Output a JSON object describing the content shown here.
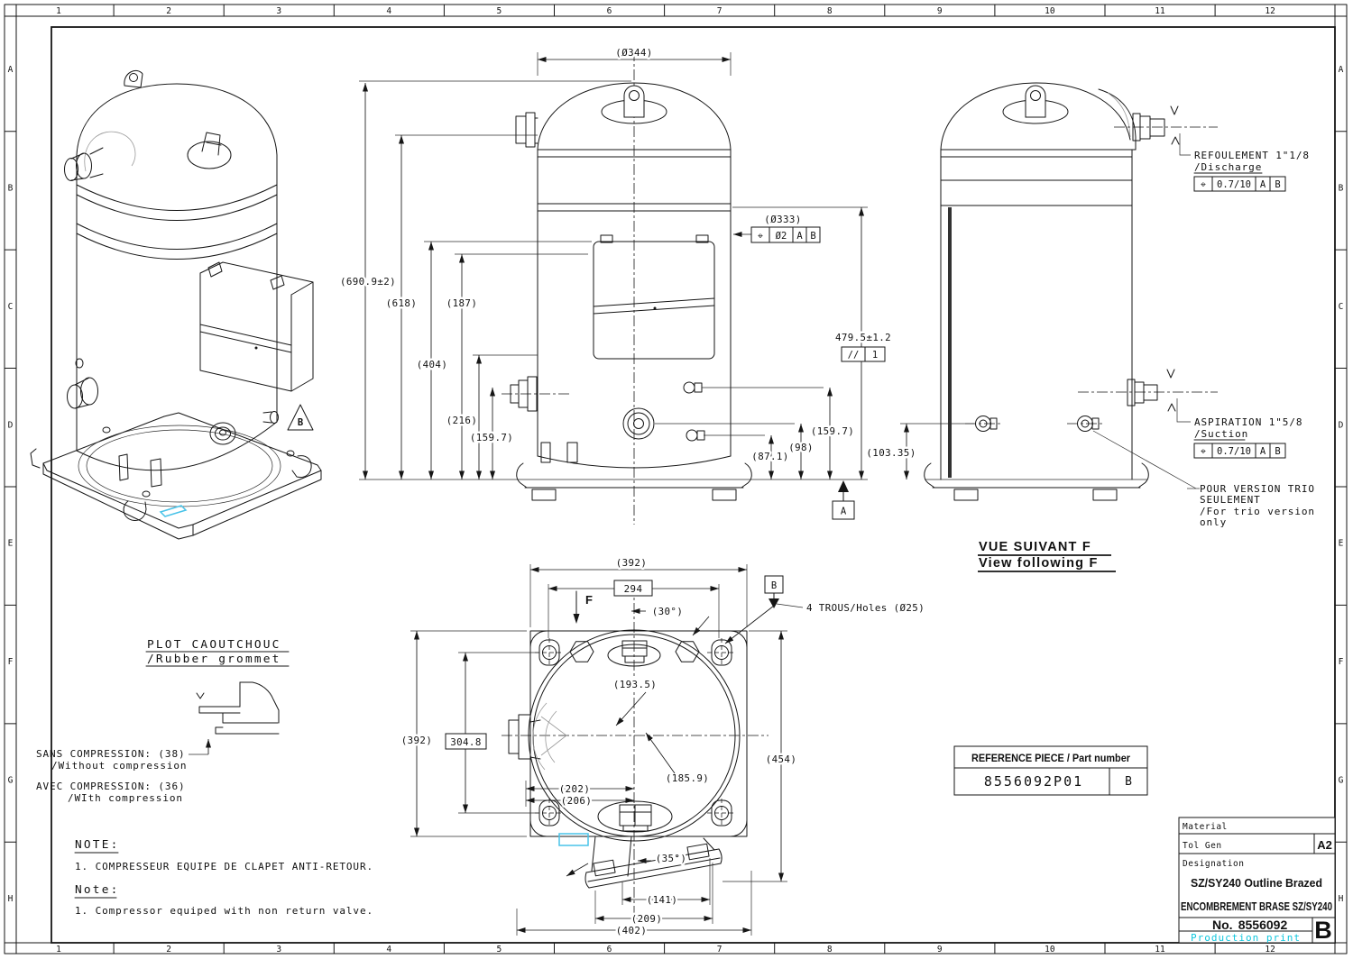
{
  "sheet": {
    "status": "Production print",
    "colors": {
      "line": "#161616",
      "accent": "#49c3e8"
    }
  },
  "border": {
    "columns": [
      "1",
      "2",
      "3",
      "4",
      "5",
      "6",
      "7",
      "8",
      "9",
      "10",
      "11",
      "12"
    ],
    "rows": [
      "A",
      "B",
      "C",
      "D",
      "E",
      "F",
      "G",
      "H"
    ]
  },
  "front_view": {
    "dia_top": "(Ø344)",
    "dia_shell": "(Ø333)",
    "fcf_shell": {
      "sym": "⌖",
      "tol": "Ø2",
      "datum1": "A",
      "datum2": "B"
    },
    "h_overall": "(690.9±2)",
    "h_618": "(618)",
    "h_187": "(187)",
    "h_404": "(404)",
    "h_216": "(216)",
    "h_1597_left": "(159.7)",
    "h_4795": "479.5±1.2",
    "par_frame": {
      "sym": "//",
      "datum": "1"
    },
    "h_1597_right": "(159.7)",
    "h_98": "(98)",
    "h_871": "(87.1)",
    "datum_a": "A"
  },
  "side_view": {
    "h_10335": "(103.35)",
    "discharge_line1": "REFOULEMENT 1\"1/8",
    "discharge_line2": "/Discharge",
    "discharge_fcf": {
      "sym": "⌖",
      "tol": "0.7/10",
      "datum1": "A",
      "datum2": "B"
    },
    "suction_line1": "ASPIRATION 1\"5/8",
    "suction_line2": "/Suction",
    "suction_fcf": {
      "sym": "⌖",
      "tol": "0.7/10",
      "datum1": "A",
      "datum2": "B"
    },
    "trio_line1": "POUR VERSION TRIO",
    "trio_line2": "SEULEMENT",
    "trio_line3": "/For trio version",
    "trio_line4": "only"
  },
  "view_f": {
    "title_fr": "VUE SUIVANT F",
    "title_en": "View following F"
  },
  "bottom_view": {
    "w_392_top": "(392)",
    "w_294": "294",
    "ang_30": "(30°)",
    "datum_b": "B",
    "holes_note": "4 TROUS/Holes (Ø25)",
    "r_1935": "(193.5)",
    "r_1859": "(185.9)",
    "w_202": "(202)",
    "w_206": "(206)",
    "h_392_left": "(392)",
    "h_3048": "304.8",
    "h_454": "(454)",
    "ang_35": "(35°)",
    "w_141": "(141)",
    "w_209": "(209)",
    "w_402": "(402)",
    "view_arrow_label": "F"
  },
  "iso_view": {
    "flag_b": "B"
  },
  "grommet": {
    "title_fr": "PLOT CAOUTCHOUC",
    "title_en": "/Rubber grommet",
    "sans_line1": "SANS COMPRESSION: (38)",
    "sans_line2": "/Without compression",
    "avec_line1": "AVEC COMPRESSION: (36)",
    "avec_line2": "/WIth compression"
  },
  "notes": {
    "fr_title": "NOTE:",
    "fr_item": "1. COMPRESSEUR EQUIPE DE CLAPET ANTI-RETOUR.",
    "en_title": "Note:",
    "en_item": "1. Compressor equiped with non return valve."
  },
  "ref_table": {
    "header": "REFERENCE PIECE / Part number",
    "part_number": "8556092P01",
    "revision": "B"
  },
  "title_block": {
    "material_label": "Material",
    "tol_gen_label": "Tol Gen",
    "sheet_size": "A2",
    "designation_label": "Designation",
    "designation_en": "SZ/SY240 Outline Brazed",
    "designation_fr": "ENCOMBREMENT BRASE SZ/SY240",
    "no_label": "No.",
    "drawing_number": "8556092",
    "revision": "B",
    "status": "Production print"
  }
}
